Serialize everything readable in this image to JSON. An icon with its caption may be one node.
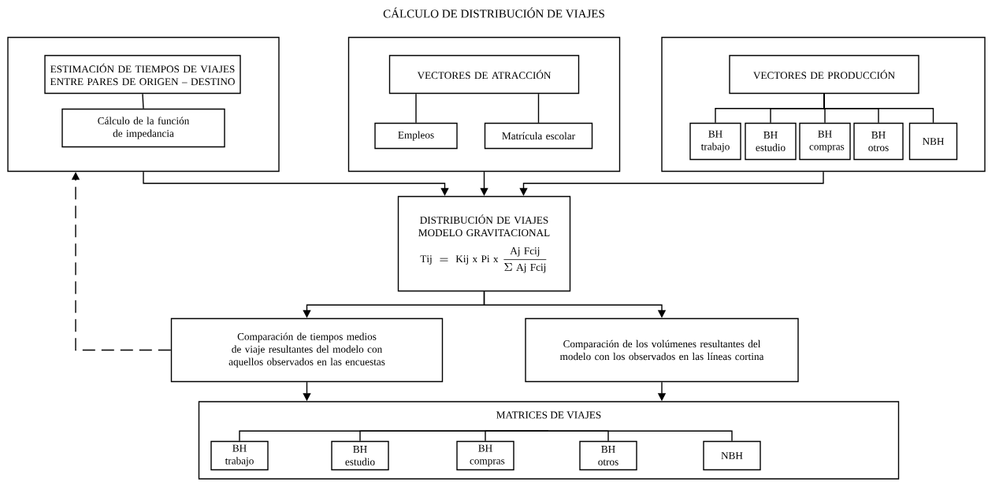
{
  "diagram": {
    "title": "CÁLCULO DE DISTRIBUCIÓN DE VIAJES",
    "nodes": [
      {
        "text": [],
        "shape": "box"
      },
      {
        "text": [
          "ESTIMACIÓN DE TIEMPOS DE VIAJES ENTRE PARES DE ORIGEN – DESTINO"
        ],
        "in": 0
      },
      {
        "text": [
          "Cálculo de la función de impedancia"
        ],
        "in": 0
      },
      {
        "text": [],
        "shape": "box"
      },
      {
        "text": [
          "VECTORES DE ATRACCIÓN"
        ],
        "in": 3
      },
      {
        "text": [
          "Empleos"
        ],
        "in": 3
      },
      {
        "text": [
          "Matrícula escolar"
        ],
        "in": 3
      },
      {
        "text": [],
        "shape": "box"
      },
      {
        "text": [
          "VECTORES DE PRODUCCIÓN"
        ],
        "in": 7
      },
      {
        "text": [
          "BH trabajo"
        ],
        "in": 7
      },
      {
        "text": [
          "BH estudio"
        ],
        "in": 7
      },
      {
        "text": [
          "BH compras"
        ],
        "in": 7
      },
      {
        "text": [
          "BH otros"
        ],
        "in": 7
      },
      {
        "text": [
          "NBH"
        ],
        "in": 7
      },
      {
        "text": [
          "DISTRIBUCIÓN DE VIAJES MODELO GRAVITACIONAL",
          "\\mathrm{Tij} = \\mathrm{Kij\\ x\\ Pi\\ x}\\ \\frac{\\mathrm{Aj\\ Fcij}}{\\Sigma\\ \\mathrm{Aj\\ Fcij}}"
        ]
      },
      {
        "text": [
          "Comparación de tiempos medios de viaje resultantes del modelo con aquellos observados en las encuestas"
        ]
      },
      {
        "text": [
          "Comparación de los volúmenes resultantes del modelo con los observados en las líneas cortina"
        ]
      },
      {
        "text": [
          "MATRICES DE VIAJES"
        ]
      },
      {
        "text": [
          "BH trabajo"
        ],
        "in": 17
      },
      {
        "text": [
          "BH estudio"
        ],
        "in": 17
      },
      {
        "text": [
          "BH compras"
        ],
        "in": 17
      },
      {
        "text": [
          "BH otros"
        ],
        "in": 17
      },
      {
        "text": [
          "NBH"
        ],
        "in": 17
      }
    ],
    "edges": [
      {
        "from": 1,
        "to": 2,
        "arrow": "none"
      },
      {
        "from": 4,
        "to": 5,
        "arrow": "none"
      },
      {
        "from": 4,
        "to": 6,
        "arrow": "none"
      },
      {
        "from": 8,
        "to": 9,
        "arrow": "none"
      },
      {
        "from": 8,
        "to": 10,
        "arrow": "none"
      },
      {
        "from": 8,
        "to": 11,
        "arrow": "none"
      },
      {
        "from": 8,
        "to": 12,
        "arrow": "none"
      },
      {
        "from": 8,
        "to": 13,
        "arrow": "none"
      },
      {
        "from": 0,
        "to": 14,
        "arrow": "to"
      },
      {
        "from": 3,
        "to": 14,
        "arrow": "to"
      },
      {
        "from": 7,
        "to": 14,
        "arrow": "to"
      },
      {
        "from": 14,
        "to": 15,
        "arrow": "to"
      },
      {
        "from": 14,
        "to": 16,
        "arrow": "to"
      },
      {
        "from": 15,
        "to": 0,
        "arrow": "to",
        "style": "dashed"
      },
      {
        "from": 15,
        "to": 17,
        "arrow": "to"
      },
      {
        "from": 16,
        "to": 17,
        "arrow": "to"
      },
      {
        "from": 17,
        "to": 18,
        "arrow": "none"
      },
      {
        "from": 17,
        "to": 19,
        "arrow": "none"
      },
      {
        "from": 17,
        "to": 20,
        "arrow": "none"
      },
      {
        "from": 17,
        "to": 21,
        "arrow": "none"
      },
      {
        "from": 17,
        "to": 22,
        "arrow": "none"
      }
    ]
  }
}
